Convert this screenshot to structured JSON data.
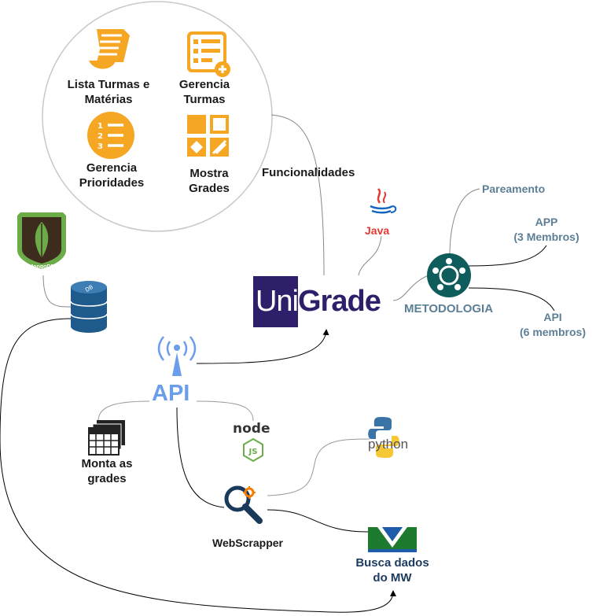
{
  "center": {
    "uni": "Uni",
    "grade": "Grade"
  },
  "funcionalidades": {
    "label": "Funcionalidades",
    "items": [
      {
        "label": "Lista Turmas e\nMatérias",
        "icon": "document-list-icon"
      },
      {
        "label": "Gerencia\nTurmas",
        "icon": "list-add-icon"
      },
      {
        "label": "Gerencia\nPrioridades",
        "icon": "numbered-list-icon"
      },
      {
        "label": "Mostra\nGrades",
        "icon": "grid-layout-icon"
      }
    ]
  },
  "java": {
    "label": "Java"
  },
  "metodologia": {
    "label": "METODOLOGIA",
    "pareamento": "Pareamento",
    "app": "APP\n(3 Membros)",
    "api": "API\n(6 membros)"
  },
  "mongodb": {
    "label": "MongoDB",
    "db_label": "DB"
  },
  "api": {
    "label": "API"
  },
  "nodejs": {
    "node": "node",
    "js": "JS"
  },
  "python": {
    "label": "python"
  },
  "monta": {
    "label": "Monta as\ngrades"
  },
  "webscrapper": {
    "label": "WebScrapper"
  },
  "busca": {
    "label": "Busca dados\ndo MW"
  },
  "colors": {
    "orange": "#f5a623",
    "purple": "#2f1f6b",
    "teal": "#5d7f96",
    "api_blue": "#6b9eea",
    "green": "#1e7a2f"
  }
}
